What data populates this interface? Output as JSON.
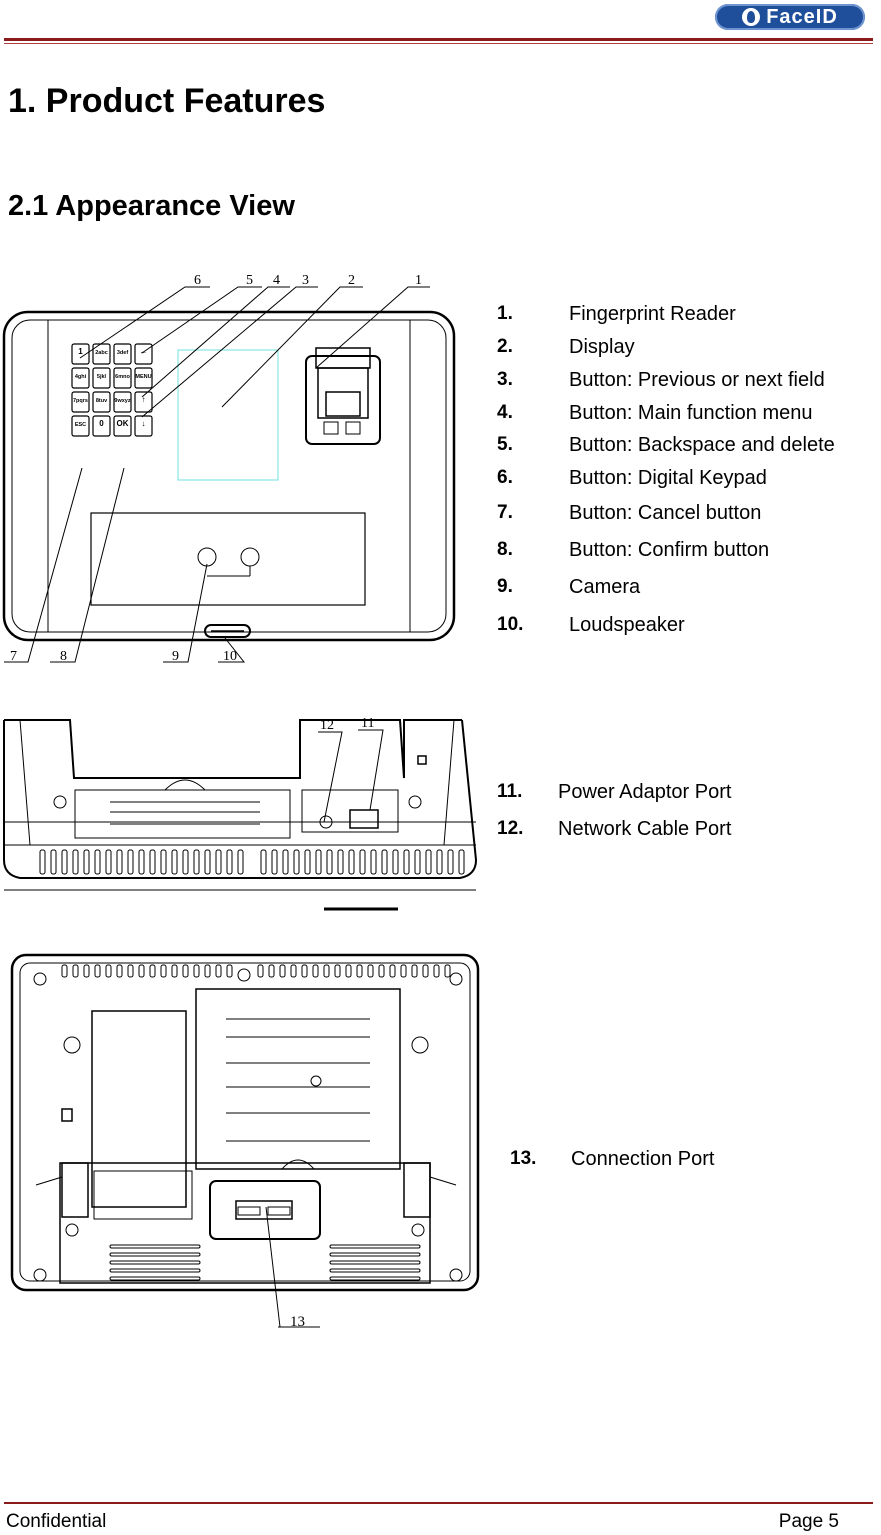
{
  "header": {
    "brand": "FaceID"
  },
  "section_title": "1. Product Features",
  "subsection_title": "2.1 Appearance View",
  "front_view": {
    "callouts": [
      "6",
      "5",
      "4",
      "3",
      "2",
      "1",
      "7",
      "8",
      "9",
      "10"
    ],
    "keypad": [
      [
        "1",
        "2abc",
        "3def",
        "←"
      ],
      [
        "4ghi",
        "5jkl",
        "6mno",
        "MENU"
      ],
      [
        "7pqrs",
        "8tuv",
        "9wxyz",
        "↑"
      ],
      [
        "ESC",
        "0",
        "OK",
        "↓"
      ]
    ],
    "features": [
      {
        "num": "1.",
        "label": "Fingerprint Reader"
      },
      {
        "num": "2.",
        "label": "Display"
      },
      {
        "num": "3.",
        "label": "Button: Previous or next field"
      },
      {
        "num": "4.",
        "label": "Button: Main function menu"
      },
      {
        "num": "5.",
        "label": "Button: Backspace and delete"
      },
      {
        "num": "6.",
        "label": "Button: Digital Keypad"
      },
      {
        "num": "7.",
        "label": "Button: Cancel button"
      },
      {
        "num": "8.",
        "label": "Button: Confirm button"
      },
      {
        "num": "9.",
        "label": "Camera"
      },
      {
        "num": "10.",
        "label": "Loudspeaker"
      }
    ]
  },
  "bottom_view": {
    "callouts": [
      "12",
      "11"
    ],
    "features": [
      {
        "num": "11.",
        "label": "Power Adaptor Port"
      },
      {
        "num": "12.",
        "label": "Network Cable Port"
      }
    ]
  },
  "back_view": {
    "callouts": [
      "13"
    ],
    "features": [
      {
        "num": "13.",
        "label": "Connection Port"
      }
    ]
  },
  "footer": {
    "left": "Confidential",
    "right": "Page 5"
  }
}
